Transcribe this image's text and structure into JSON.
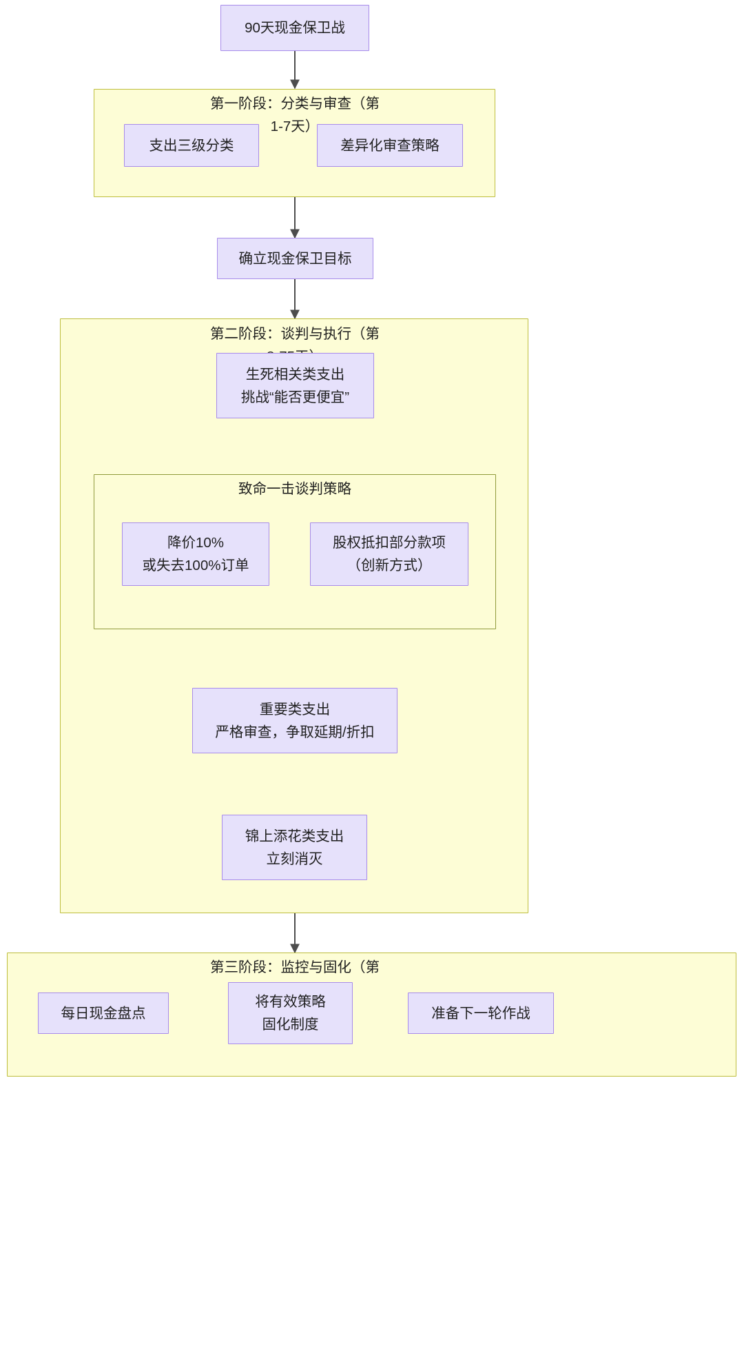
{
  "diagram": {
    "title_node": {
      "label": "90天现金保卫战"
    },
    "colors": {
      "cluster_fill": "#fdfdd6",
      "cluster_border": "#bdbd3c",
      "node_fill": "#e6e1fb",
      "node_border": "#a78bea",
      "edge": "#4d4d4d",
      "text": "#1f1f1f"
    },
    "phases": [
      {
        "id": "phase1",
        "title": "第一阶段：分类与审查（第\n1-7天）",
        "nodes": [
          {
            "id": "p1n1",
            "label": "支出三级分类"
          },
          {
            "id": "p1n2",
            "label": "差异化审查策略"
          }
        ]
      },
      {
        "id": "phase2",
        "title": "第二阶段：谈判与执行（第\n8-75天）",
        "nodes": [
          {
            "id": "p2n1",
            "label": "生死相关类支出\n挑战“能否更便宜”"
          },
          {
            "id": "p2n2",
            "label": "重要类支出\n严格审查，争取延期/折扣"
          },
          {
            "id": "p2n3",
            "label": "锦上添花类支出\n立刻消灭"
          }
        ],
        "subgroup": {
          "id": "negotiation",
          "title": "致命一击谈判策略",
          "nodes": [
            {
              "id": "sg1",
              "label": "降价10%\n或失去100%订单"
            },
            {
              "id": "sg2",
              "label": "股权抵扣部分款项\n（创新方式）"
            }
          ]
        }
      },
      {
        "id": "phase3",
        "title": "第三阶段：监控与固化（第\n76-90天）",
        "nodes": [
          {
            "id": "p3n1",
            "label": "每日现金盘点"
          },
          {
            "id": "p3n2",
            "label": "将有效策略\n固化制度"
          },
          {
            "id": "p3n3",
            "label": "准备下一轮作战"
          }
        ]
      }
    ],
    "standalone_nodes": [
      {
        "id": "goal",
        "label": "确立现金保卫目标"
      }
    ]
  }
}
